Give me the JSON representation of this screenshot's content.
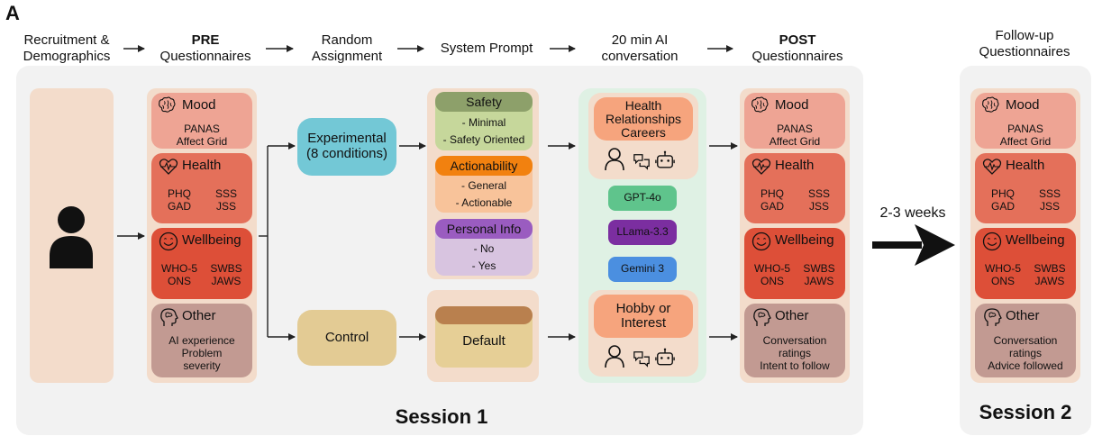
{
  "figure_label": "A",
  "headers": {
    "recruitment": [
      "Recruitment &",
      "Demographics"
    ],
    "pre_bold": "PRE",
    "pre_rest": "Questionnaires",
    "random": [
      "Random",
      "Assignment"
    ],
    "system_prompt": "System Prompt",
    "conversation": [
      "20 min AI",
      "conversation"
    ],
    "post_bold": "POST",
    "post_rest": "Questionnaires",
    "followup": [
      "Follow-up",
      "Questionnaires"
    ]
  },
  "questionnaires": {
    "mood": {
      "title": "Mood",
      "items": [
        "PANAS",
        "Affect Grid"
      ]
    },
    "health": {
      "title": "Health",
      "left": [
        "PHQ",
        "GAD"
      ],
      "right": [
        "SSS",
        "JSS"
      ]
    },
    "wellbeing": {
      "title": "Wellbeing",
      "left": [
        "WHO-5",
        "ONS"
      ],
      "right": [
        "SWBS",
        "JAWS"
      ]
    },
    "other_pre": {
      "title": "Other",
      "items": [
        "AI experience",
        "Problem",
        "severity"
      ]
    },
    "other_post": {
      "title": "Other",
      "items": [
        "Conversation",
        "ratings",
        "Intent to follow"
      ]
    },
    "other_followup": {
      "title": "Other",
      "items": [
        "Conversation",
        "ratings",
        "Advice followed"
      ]
    }
  },
  "assignment": {
    "experimental": [
      "Experimental",
      "(8 conditions)"
    ],
    "control": "Control"
  },
  "system_prompt": {
    "safety": {
      "title": "Safety",
      "options": [
        "- Minimal",
        "- Safety Oriented"
      ]
    },
    "actionability": {
      "title": "Actionability",
      "options": [
        "- General",
        "- Actionable"
      ]
    },
    "personal": {
      "title": "Personal Info",
      "options": [
        "- No",
        "- Yes"
      ]
    },
    "default": "Default"
  },
  "conversation": {
    "topics_experimental": [
      "Health",
      "Relationships",
      "Careers"
    ],
    "topics_control": [
      "Hobby or",
      "Interest"
    ],
    "models": [
      "GPT-4o",
      "LLama-3.3",
      "Gemini 3"
    ]
  },
  "interval": "2-3 weeks",
  "sessions": {
    "session1": "Session 1",
    "session2": "Session 2"
  },
  "colors": {
    "panel": "#f2f2f2",
    "column": "#f3dccb",
    "mood": "#eea494",
    "health": "#e4705a",
    "wellbeing": "#dd4f38",
    "other": "#c29a92",
    "experimental": "#73c8d6",
    "control": "#e3cb94",
    "safety_bar": "#8da06a",
    "safety_body": "#c6d79b",
    "action_bar": "#f2810f",
    "action_body": "#f8c39a",
    "personal_bar": "#9a5cc0",
    "personal_body": "#d8c4e0",
    "default_bar": "#b9804e",
    "default_body": "#e6cf96",
    "conv_panel": "#dff1e4",
    "topic": "#f6a47d",
    "topic_bottom": "#f3dccb",
    "gpt": "#5fc48c",
    "llama": "#7b2ea0",
    "gemini": "#4b8fe0"
  }
}
